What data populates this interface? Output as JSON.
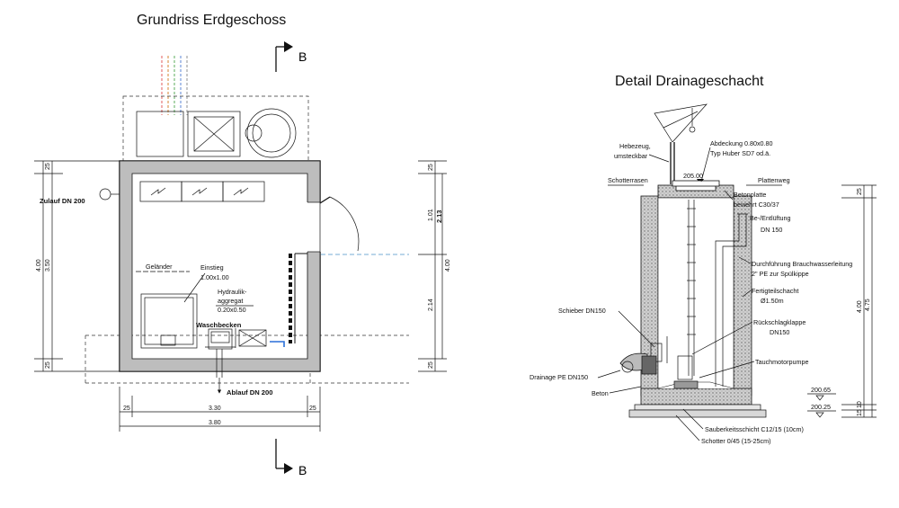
{
  "titles": {
    "floor_plan": "Grundriss Erdgeschoss",
    "shaft_detail": "Detail Drainageschacht"
  },
  "section_marker": "B",
  "floor_plan": {
    "labels": {
      "inlet": "Zulauf DN 200",
      "outlet": "Ablauf DN 200",
      "railing": "Geländer",
      "entry": "Einstieg",
      "entry_size": "1.00x1.00",
      "hydraulic_1": "Hydraulik-",
      "hydraulic_2": "aggregat",
      "hydraulic_size": "0.20x0.50",
      "sink": "Waschbecken"
    },
    "dims": {
      "left_top": "25",
      "left_inner": "3.50",
      "left_total": "4.00",
      "left_bottom": "25",
      "right_top": "25",
      "right_a": "1.01",
      "right_b": "2.13",
      "right_c": "2.14",
      "right_total": "4.00",
      "right_bottom": "25",
      "bottom_l": "25",
      "bottom_inner": "3.30",
      "bottom_r": "25",
      "bottom_total": "3.80"
    }
  },
  "shaft": {
    "labels": {
      "hoist_1": "Hebezeug,",
      "hoist_2": "umsteckbar",
      "cover_1": "Abdeckung 0.80x0.80",
      "cover_2": "Typ Huber SD7 od.ä.",
      "gravel_lawn": "Schotterrasen",
      "level_top": "205.00",
      "paving": "Plattenweg",
      "concrete_slab_1": "Betonplatte",
      "concrete_slab_2": "bewehrt C30/37",
      "vent_1": "Be-/Entlüftung",
      "vent_2": "DN 150",
      "feedthrough_1": "Durchführung Brauchwasserleitung",
      "feedthrough_2": "2\" PE zur Spülkippe",
      "precast_1": "Fertigteilschacht",
      "precast_2": "Ø1.50m",
      "gate_valve": "Schieber DN150",
      "check_valve_1": "Rückschlagklappe",
      "check_valve_2": "DN150",
      "pump": "Tauchmotorpumpe",
      "drainage": "Drainage PE DN150",
      "concrete": "Beton",
      "blinding": "Sauberkeitsschicht C12/15 (10cm)",
      "gravel": "Schotter 0/45 (15-25cm)",
      "level_mid": "200.65",
      "level_bottom": "200.25"
    },
    "dims": {
      "top_25": "25",
      "inner": "4.00",
      "total": "4.75",
      "bottom_10": "10",
      "bottom_15": "15"
    }
  }
}
